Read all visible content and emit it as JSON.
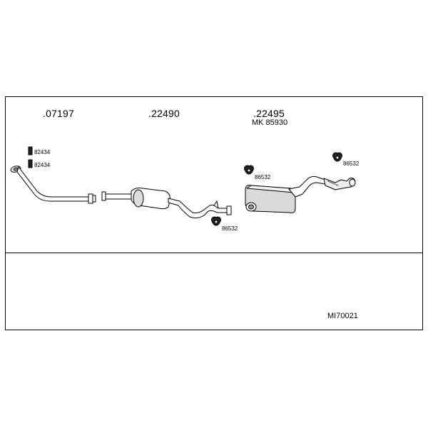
{
  "parts": {
    "front_pipe": ".07197",
    "middle_section": ".22490",
    "rear_silencer": ".22495",
    "rear_silencer_kit": "MK 85930"
  },
  "accessories": {
    "clamp_a": "82434",
    "clamp_b": "82434",
    "hanger_front": "86532",
    "hanger_mid": "86532",
    "hanger_rear": "86532"
  },
  "diagram_code": "MI70021",
  "colors": {
    "line": "#000000",
    "fill": "#ffffff",
    "shade": "#bdbdbd"
  }
}
